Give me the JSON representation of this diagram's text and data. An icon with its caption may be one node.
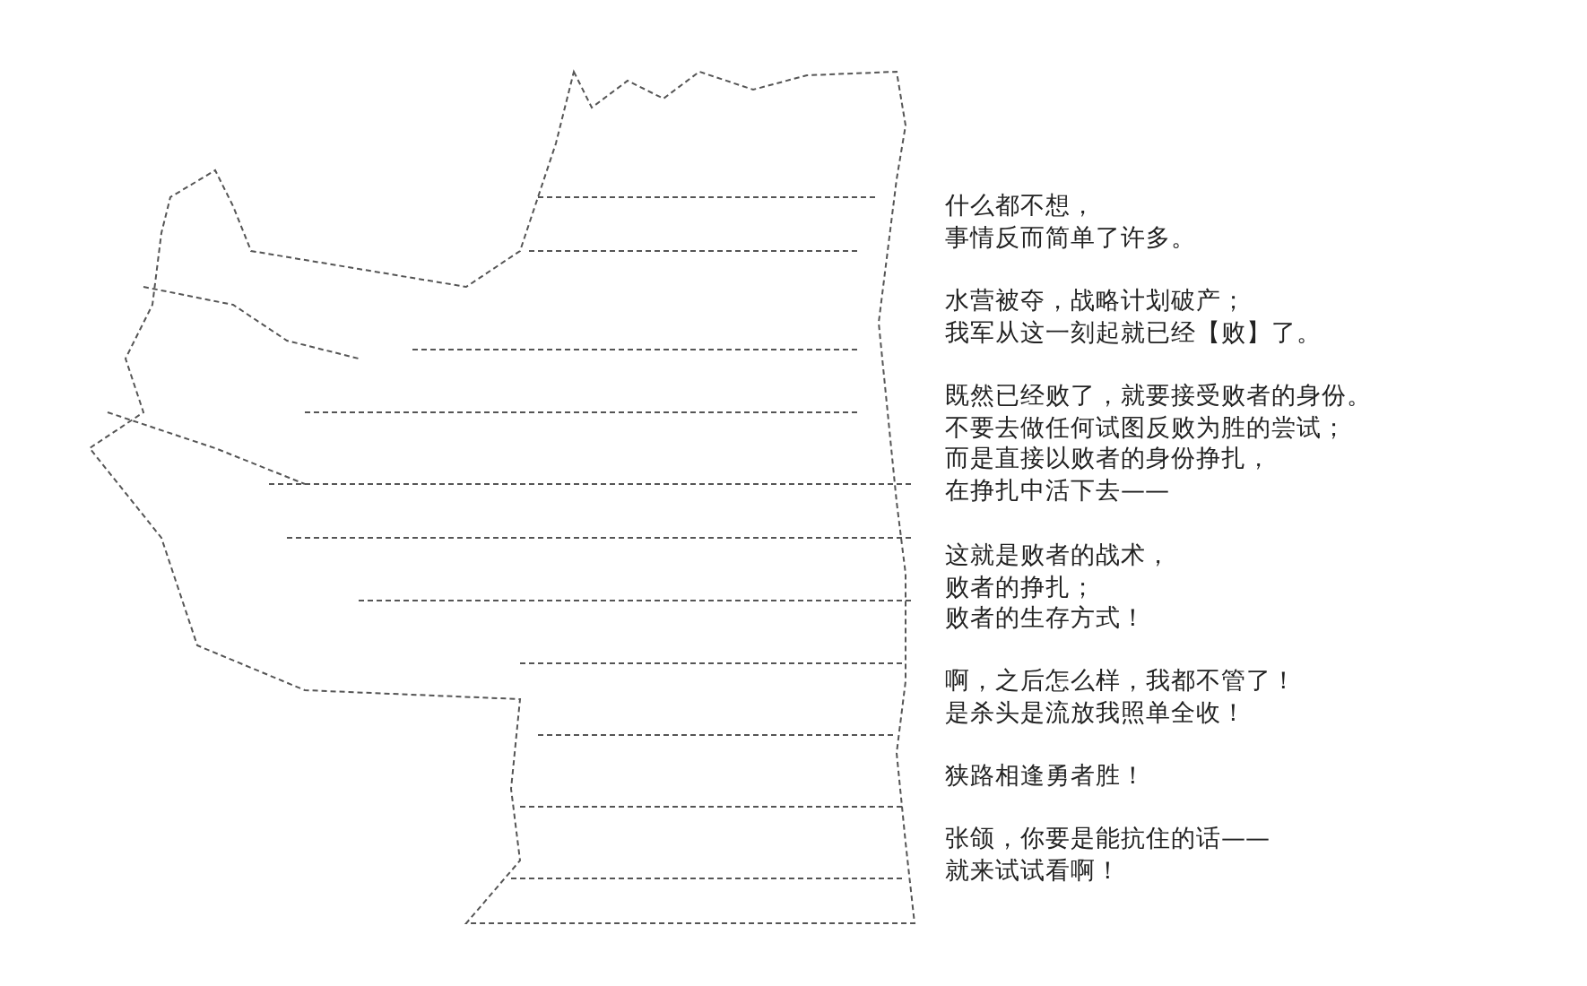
{
  "diagram": {
    "labels": [
      "什么都不想，",
      "事情反而简单了许多。",
      "水营被夺，战略计划破产；",
      "我军从这一刻起就已经【败】了。",
      "既然已经败了，就要接受败者的身份。",
      "不要去做任何试图反败为胜的尝试；",
      "而是直接以败者的身份挣扎，",
      "在挣扎中活下去——",
      "这就是败者的战术，",
      "败者的挣扎；",
      "败者的生存方式！",
      "啊，之后怎么样，我都不管了！",
      "是杀头是流放我照单全收！",
      "狭路相逢勇者胜！",
      "张颌，你要是能抗住的话——",
      "就来试试看啊！"
    ]
  }
}
